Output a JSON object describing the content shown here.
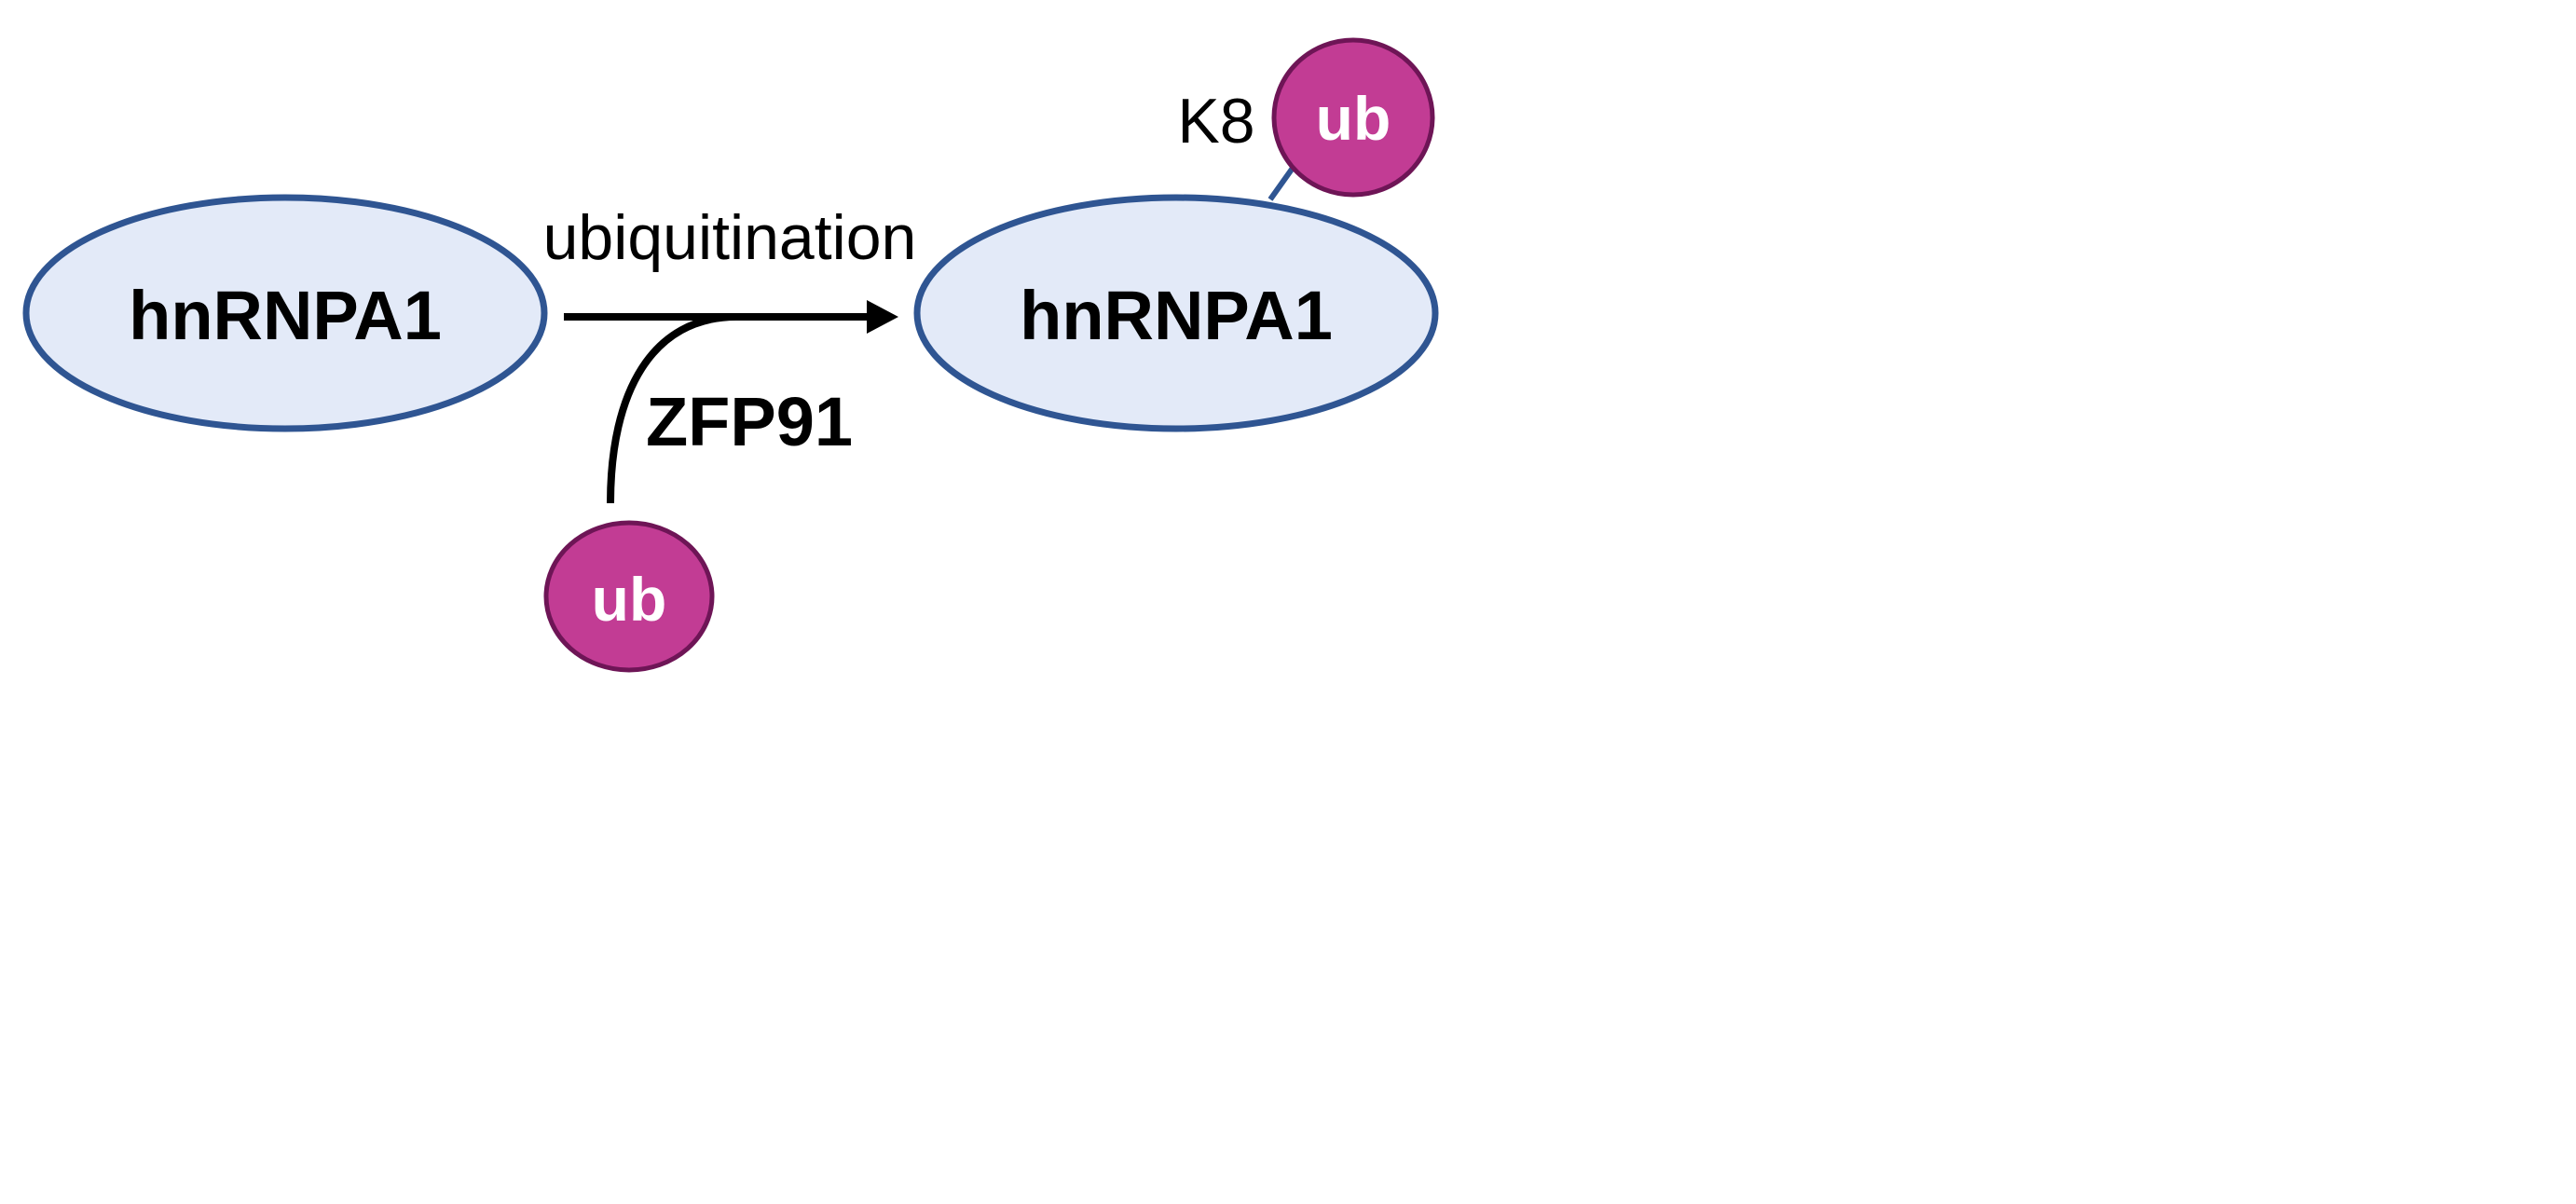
{
  "colors": {
    "protein_fill": "#e3eaf8",
    "protein_stroke": "#2f5592",
    "ub_fill": "#c23c94",
    "ub_stroke": "#6e1556",
    "arrow": "#000000",
    "background": "#ffffff"
  },
  "substrate": {
    "label": "hnRNPA1"
  },
  "product": {
    "label": "hnRNPA1",
    "modification_site": "K8",
    "attached_tag": "ub"
  },
  "reaction": {
    "label": "ubiquitination",
    "enzyme": "ZFP91",
    "input_tag": "ub"
  }
}
